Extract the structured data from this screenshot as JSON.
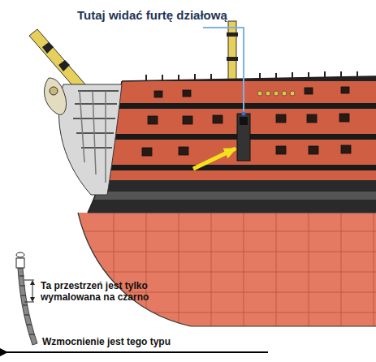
{
  "diagram": {
    "labels": [
      "Tutaj widać furtę działową",
      "Ta przestrzeń jest tylko wymalowana na czarno",
      "Wzmocnienie jest tego typu"
    ]
  }
}
